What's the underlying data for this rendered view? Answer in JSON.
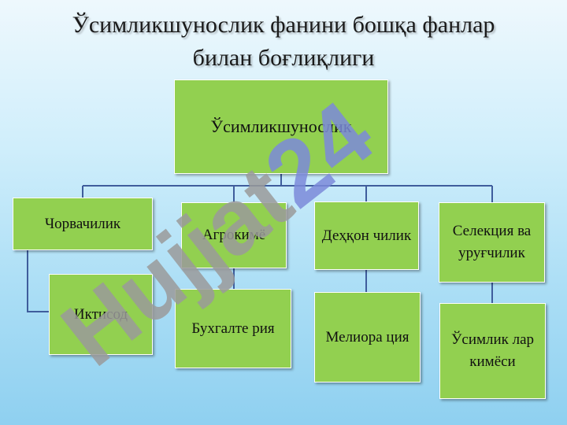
{
  "slide": {
    "title_line1": "Ўсимликшунослик фанини бошқа фанлар",
    "title_line2": "билан боғлиқлиги"
  },
  "diagram": {
    "root": "Ўсимликшунослик",
    "branches": [
      "Чорвачилик",
      "Агрокимё",
      "Деҳқон чилик",
      "Селекция ва уруғчилик"
    ],
    "children": [
      "Иктисод",
      "Бухгалте рия",
      "Мелиора ция",
      "Ўсимлик лар кимёси"
    ]
  },
  "watermark": {
    "text": "Hujjat24",
    "color_x": "#7b8ad9",
    "color_y": "#9a9a9a"
  },
  "colors": {
    "box_fill": "#92d050",
    "connector": "#3f5d9c"
  }
}
